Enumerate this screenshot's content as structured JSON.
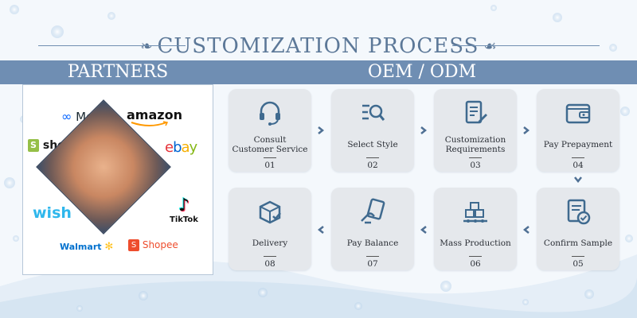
{
  "title": "CUSTOMIZATION PROCESS",
  "partners_label": "PARTNERS",
  "oem_label": "OEM / ODM",
  "colors": {
    "band": "#6f8eb3",
    "title": "#5c7898",
    "card": "#e5e8ec",
    "icon": "#3f6a8f"
  },
  "logos": {
    "meta": "Meta",
    "amazon": "amazon",
    "shopify": "shopify",
    "ebay": [
      "e",
      "b",
      "a",
      "y"
    ],
    "wish": "wish",
    "tiktok": "TikTok",
    "walmart": "Walmart",
    "shopee": "Shopee"
  },
  "steps": [
    {
      "label": "Consult Customer Service",
      "num": "01",
      "icon": "headset-icon"
    },
    {
      "label": "Select Style",
      "num": "02",
      "icon": "search-list-icon"
    },
    {
      "label": "Customization Requirements",
      "num": "03",
      "icon": "document-edit-icon"
    },
    {
      "label": "Pay Prepayment",
      "num": "04",
      "icon": "wallet-icon"
    },
    {
      "label": "Confirm Sample",
      "num": "05",
      "icon": "document-check-icon"
    },
    {
      "label": "Mass Production",
      "num": "06",
      "icon": "factory-boxes-icon"
    },
    {
      "label": "Pay Balance",
      "num": "07",
      "icon": "payment-hand-icon"
    },
    {
      "label": "Delivery",
      "num": "08",
      "icon": "box-delivery-icon"
    }
  ]
}
